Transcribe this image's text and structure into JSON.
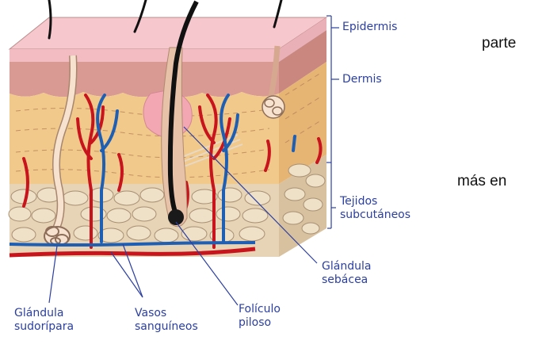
{
  "labels": {
    "epidermis": "Epidermis",
    "dermis": "Dermis",
    "subcutaneous_1": "Tejidos",
    "subcutaneous_2": "subcutáneos",
    "sebaceous_1": "Glándula",
    "sebaceous_2": "sebácea",
    "sweat_1": "Glándula",
    "sweat_2": "sudorípara",
    "vessels_1": "Vasos",
    "vessels_2": "sanguíneos",
    "follicle_1": "Folículo",
    "follicle_2": "piloso"
  },
  "side_text": {
    "fragment_1": "parte",
    "fragment_2": "más   en"
  },
  "colors": {
    "label_blue": "#2b3fa0",
    "epidermis_pink": "#f3bcc3",
    "dermis_rose": "#d99a93",
    "dermis_tan": "#f1c98a",
    "subcutaneous_beige": "#e7d3b5",
    "artery_red": "#c8141c",
    "vein_blue": "#1f5fb3",
    "hair_black": "#111111"
  }
}
